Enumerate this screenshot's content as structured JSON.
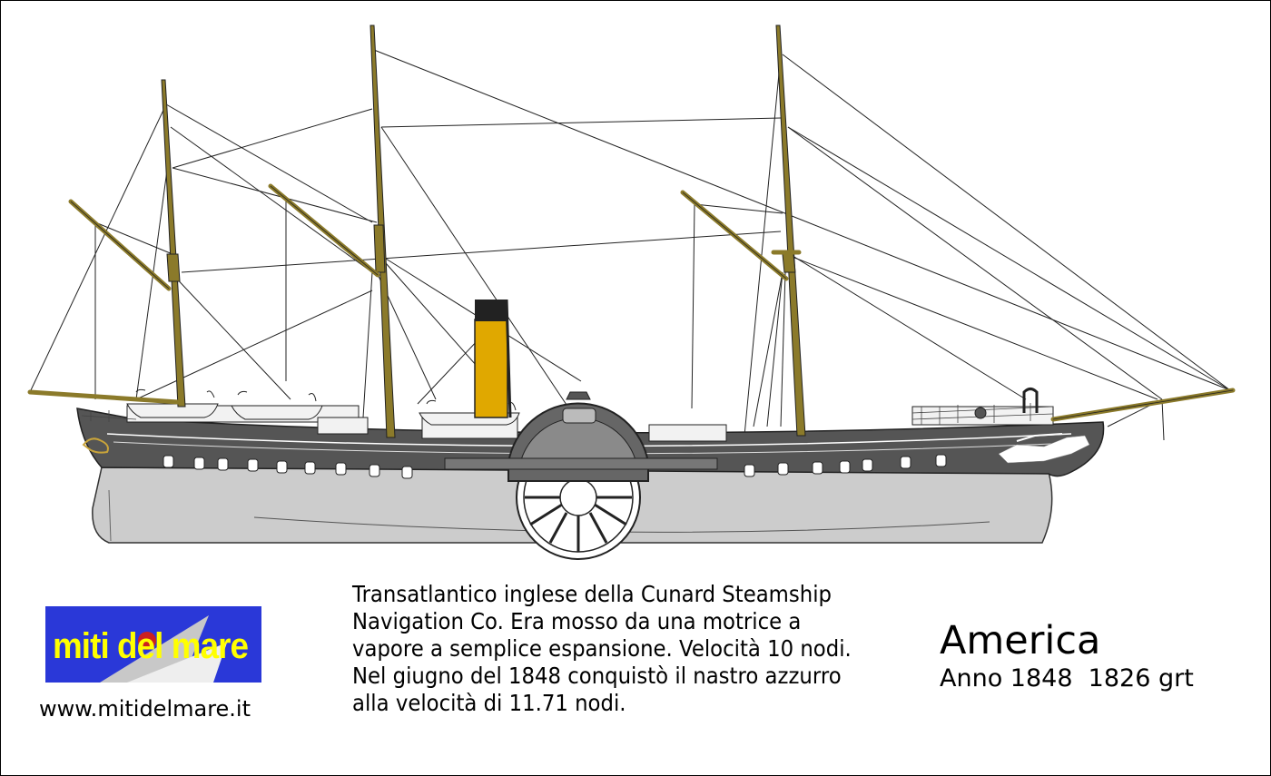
{
  "ship": {
    "name": "America",
    "info": "Anno 1848  1826 grt",
    "description_lines": [
      "Transatlantico inglese della Cunard Steamship",
      "Navigation Co. Era mosso da una motrice a",
      "vapore a semplice espansione. Velocità 10 nodi.",
      "Nel giugno del 1848 conquistò il nastro azzurro",
      "alla velocità di 11.71 nodi."
    ]
  },
  "brand": {
    "logo_text": "miti del mare",
    "website": "www.mitidelmare.it"
  },
  "colors": {
    "hull_upper": "#555555",
    "hull_lower": "#cccccc",
    "mast": "#8b7a2a",
    "funnel": "#e0a800",
    "logo_bg": "#2a38d8",
    "logo_text": "#ffff00"
  }
}
